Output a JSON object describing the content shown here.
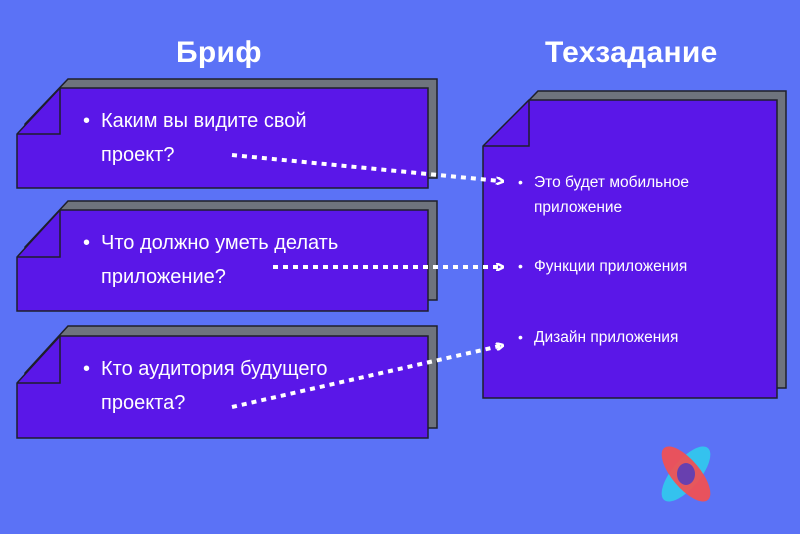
{
  "headings": {
    "brief": "Бриф",
    "spec": "Техзадание"
  },
  "brief_cards": [
    {
      "line1": "Каким вы видите свой",
      "line2": "проект?"
    },
    {
      "line1": "Что должно уметь делать",
      "line2": "приложение?"
    },
    {
      "line1": "Кто аудитория будущего",
      "line2": "проекта?"
    }
  ],
  "spec_items": [
    {
      "line1": "Это будет мобильное",
      "line2": "приложение"
    },
    {
      "line1": "Функции приложения",
      "line2": ""
    },
    {
      "line1": "Дизайн приложения",
      "line2": ""
    }
  ],
  "colors": {
    "background": "#5b72f6",
    "card": "#5a17e8",
    "card_shadow": "#6e737d",
    "text": "#ffffff",
    "logo_cyan": "#34c2ee",
    "logo_red": "#f44f4f",
    "logo_overlap": "#5a3eb8"
  },
  "icons": [
    "dotted-arrow-icon",
    "logo-icon"
  ]
}
